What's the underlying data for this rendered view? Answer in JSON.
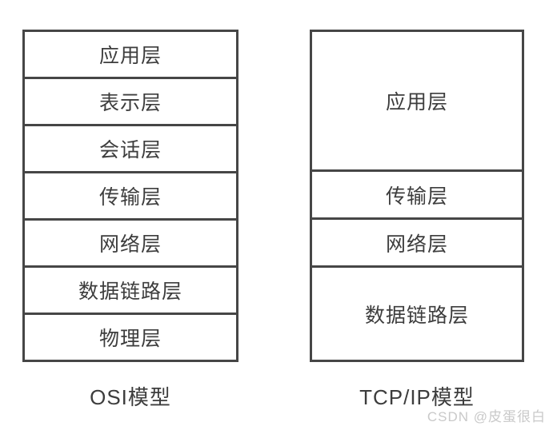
{
  "page": {
    "background_color": "#ffffff",
    "border_color": "#464646",
    "text_color": "#3d3d3d",
    "watermark_color": "#c9c9c9"
  },
  "osi": {
    "title": "OSI模型",
    "layers": [
      {
        "label": "应用层"
      },
      {
        "label": "表示层"
      },
      {
        "label": "会话层"
      },
      {
        "label": "传输层"
      },
      {
        "label": "网络层"
      },
      {
        "label": "数据链路层"
      },
      {
        "label": "物理层"
      }
    ]
  },
  "tcpip": {
    "title": "TCP/IP模型",
    "layers": [
      {
        "label": "应用层",
        "span": 3
      },
      {
        "label": "传输层",
        "span": 1
      },
      {
        "label": "网络层",
        "span": 1
      },
      {
        "label": "数据链路层",
        "span": 2
      }
    ]
  },
  "watermark": {
    "text": "CSDN @皮蛋很白"
  }
}
